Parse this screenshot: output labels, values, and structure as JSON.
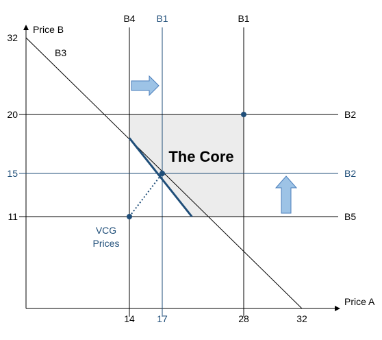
{
  "chart_data": {
    "type": "diagram",
    "axes": {
      "x": {
        "label": "Price A",
        "ticks": [
          "14",
          "17",
          "28",
          "32"
        ]
      },
      "y": {
        "label": "Price B",
        "ticks": [
          "32",
          "20",
          "15",
          "11"
        ]
      }
    },
    "lines": [
      {
        "name": "B4",
        "kind": "vertical",
        "value": 14
      },
      {
        "name": "B1",
        "kind": "vertical",
        "value": 17,
        "highlight": true
      },
      {
        "name": "B1",
        "kind": "vertical",
        "value": 28
      },
      {
        "name": "B2",
        "kind": "horizontal",
        "value": 20
      },
      {
        "name": "B2",
        "kind": "horizontal",
        "value": 15,
        "highlight": true
      },
      {
        "name": "B5",
        "kind": "horizontal",
        "value": 11
      },
      {
        "name": "B3",
        "kind": "diagonal",
        "from": [
          0,
          32
        ],
        "to": [
          32,
          0
        ]
      }
    ],
    "core_region": {
      "label": "The Core",
      "polygon": [
        [
          14,
          20
        ],
        [
          28,
          20
        ],
        [
          28,
          11
        ],
        [
          21,
          11
        ],
        [
          14,
          18
        ]
      ]
    },
    "points": [
      {
        "x": 28,
        "y": 20
      },
      {
        "x": 17,
        "y": 15
      },
      {
        "x": 14,
        "y": 11
      }
    ],
    "vcg_label": [
      "VCG",
      "Prices"
    ],
    "colors": {
      "black": "#000000",
      "blue": "#1f4e79",
      "core_fill": "#ececec",
      "arrow_fill": "#9dc3e6",
      "arrow_stroke": "#4a7ebb"
    }
  }
}
